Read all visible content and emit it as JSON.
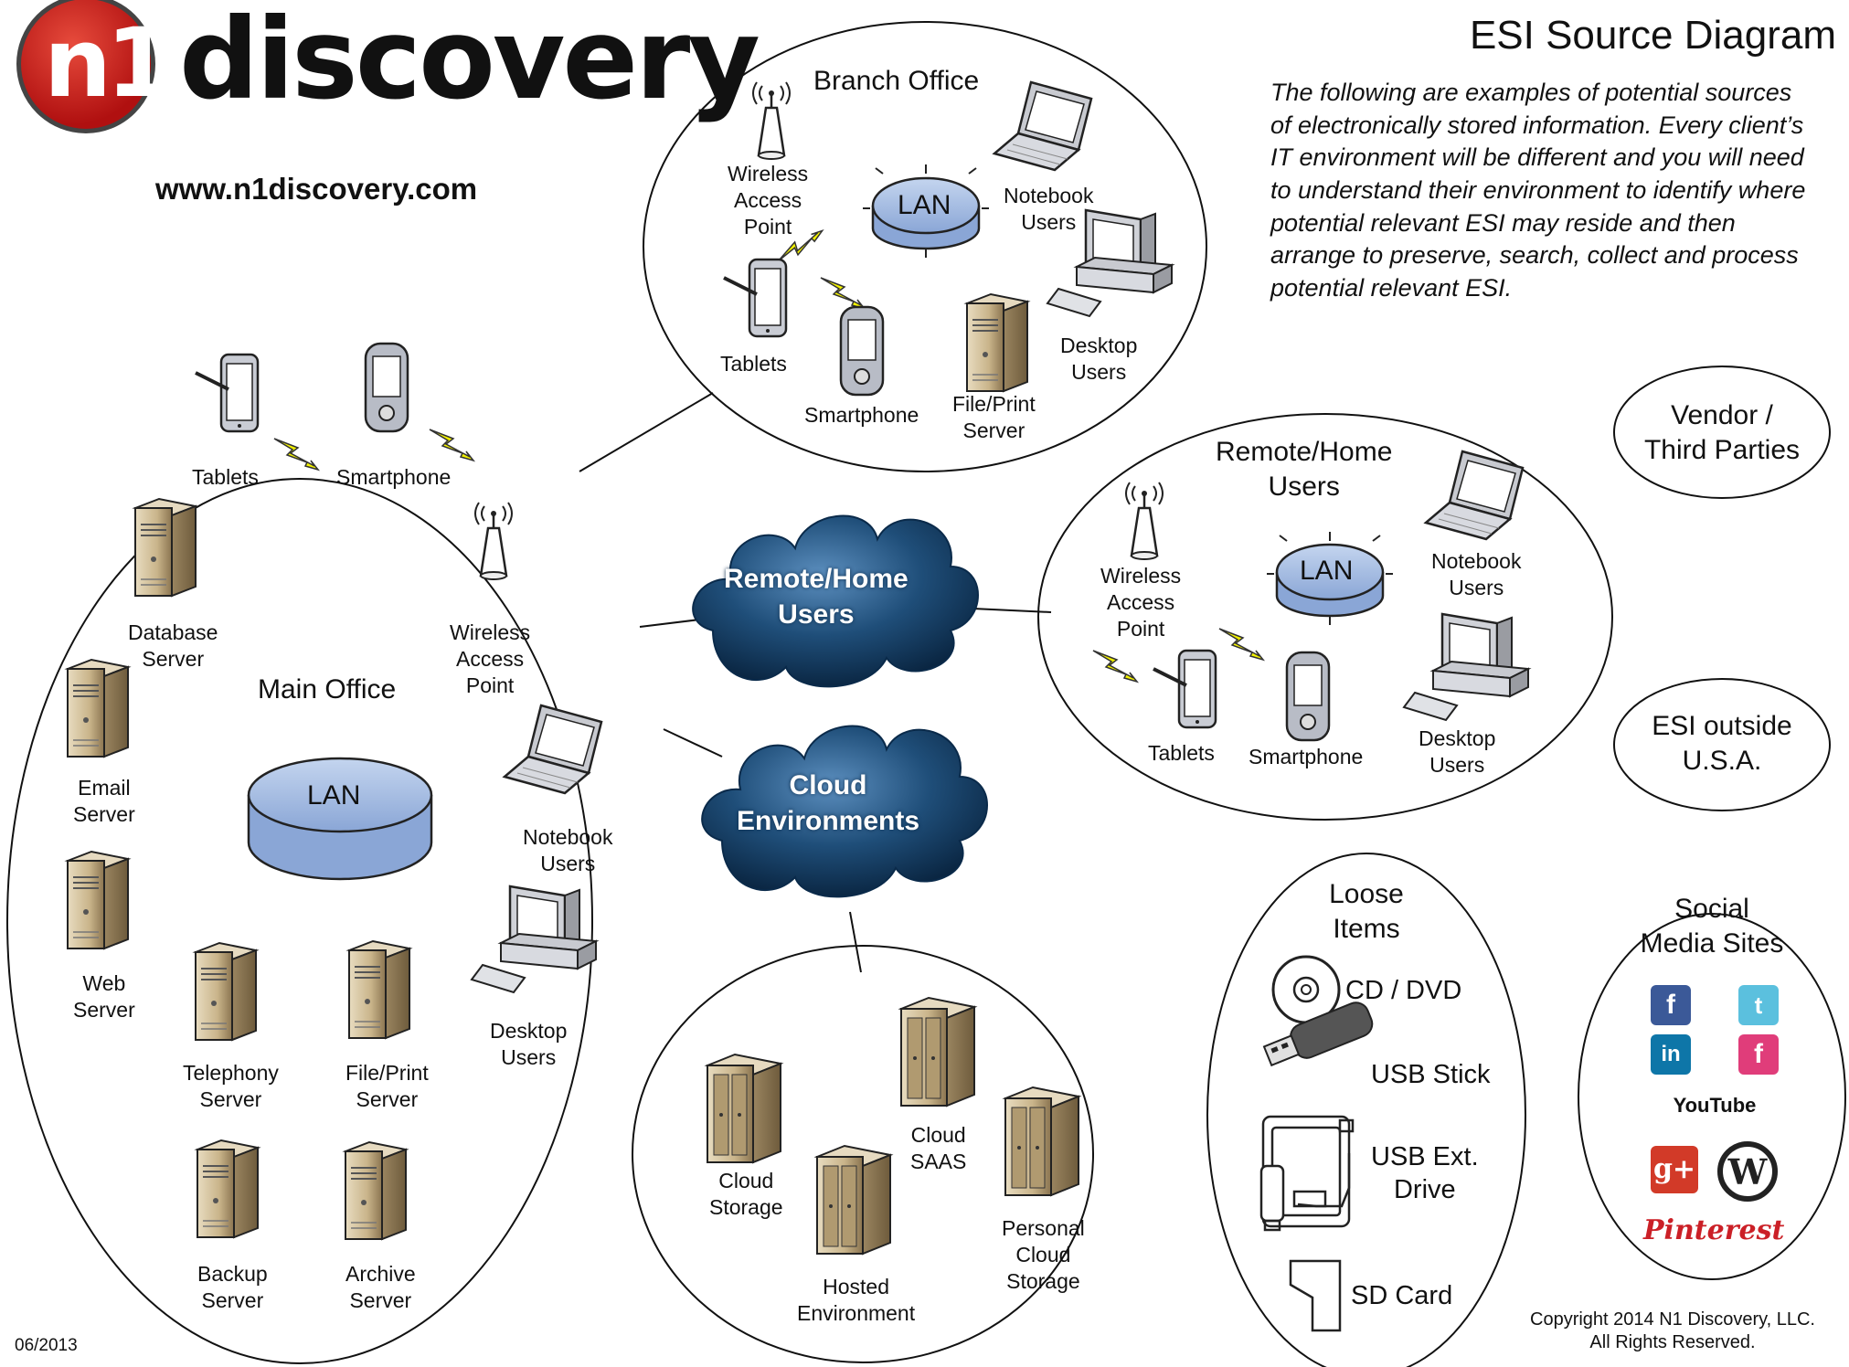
{
  "logo": {
    "text": "n1discovery",
    "mark": "n1",
    "word": "discovery"
  },
  "website": "www.n1discovery.com",
  "title": "ESI Source Diagram",
  "intro": "The following are examples of potential sources of electronically stored information. Every client’s IT environment will be different and you will need to understand their environment to identify where potential relevant ESI may reside and then arrange to preserve, search, collect and process potential relevant ESI.",
  "main_office": {
    "title": "Main Office",
    "lan": "LAN",
    "tablets": "Tablets",
    "smartphone": "Smartphone",
    "wap": "Wireless\nAccess\nPoint",
    "database_server": "Database\nServer",
    "email_server": "Email\nServer",
    "web_server": "Web\nServer",
    "telephony_server": "Telephony\nServer",
    "file_print_server": "File/Print\nServer",
    "backup_server": "Backup\nServer",
    "archive_server": "Archive\nServer",
    "notebook_users": "Notebook\nUsers",
    "desktop_users": "Desktop\nUsers"
  },
  "branch_office": {
    "title": "Branch Office",
    "lan": "LAN",
    "wap": "Wireless\nAccess\nPoint",
    "notebook_users": "Notebook\nUsers",
    "tablets": "Tablets",
    "smartphone": "Smartphone",
    "file_print_server": "File/Print\nServer",
    "desktop_users": "Desktop\nUsers"
  },
  "remote_home": {
    "title": "Remote/Home\nUsers",
    "lan": "LAN",
    "wap": "Wireless\nAccess\nPoint",
    "notebook_users": "Notebook\nUsers",
    "tablets": "Tablets",
    "smartphone": "Smartphone",
    "desktop_users": "Desktop\nUsers"
  },
  "clouds": {
    "remote_home": "Remote/Home\nUsers",
    "cloud_env": "Cloud\nEnvironments"
  },
  "cloud_group": {
    "cloud_storage": "Cloud\nStorage",
    "cloud_saas": "Cloud\nSAAS",
    "hosted_env": "Hosted\nEnvironment",
    "personal_cloud": "Personal\nCloud\nStorage"
  },
  "vendor": "Vendor /\nThird Parties",
  "esi_outside": "ESI outside\nU.S.A.",
  "loose_items": {
    "title": "Loose\nItems",
    "cd_dvd": "CD / DVD",
    "usb_stick": "USB Stick",
    "usb_ext": "USB Ext.\nDrive",
    "sd_card": "SD Card"
  },
  "social_media": {
    "title": "Social\nMedia Sites",
    "icons": [
      "facebook-icon",
      "twitter-icon",
      "linkedin-icon",
      "flickr-icon",
      "youtube-icon",
      "googleplus-icon",
      "wordpress-icon",
      "pinterest-icon"
    ],
    "youtube_text": "YouTube",
    "pinterest_text": "Pinterest",
    "googleplus_text": "g+"
  },
  "date": "06/2013",
  "copyright": "Copyright 2014 N1 Discovery, LLC.\nAll Rights Reserved.",
  "colors": {
    "cloud": "#1f4e79",
    "lan": "#9fb8e0",
    "server": "#c9b48a",
    "bolt": "#f2f200"
  }
}
